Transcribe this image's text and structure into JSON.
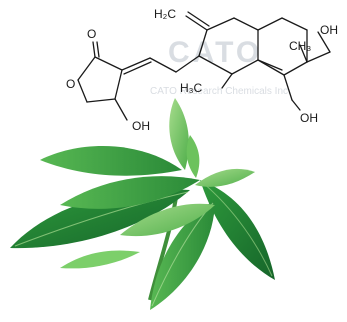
{
  "structure": {
    "labels": {
      "methylene": "H₂C",
      "carbonyl_o": "O",
      "ring_o": "O",
      "oh_lactone": "OH",
      "methyl_quat": "CH₃",
      "methyl_angular": "H₃C",
      "ch2oh": "OH",
      "oh_ring": "OH"
    }
  },
  "watermark": {
    "brand": "CATO",
    "line": "CATO Research Chemicals Inc."
  },
  "colors": {
    "ink": "#1a1a1a",
    "leaf_dark": "#1f7a2e",
    "leaf_mid": "#3aa447",
    "leaf_light": "#8fd27e",
    "watermark": "#d9dde2"
  }
}
